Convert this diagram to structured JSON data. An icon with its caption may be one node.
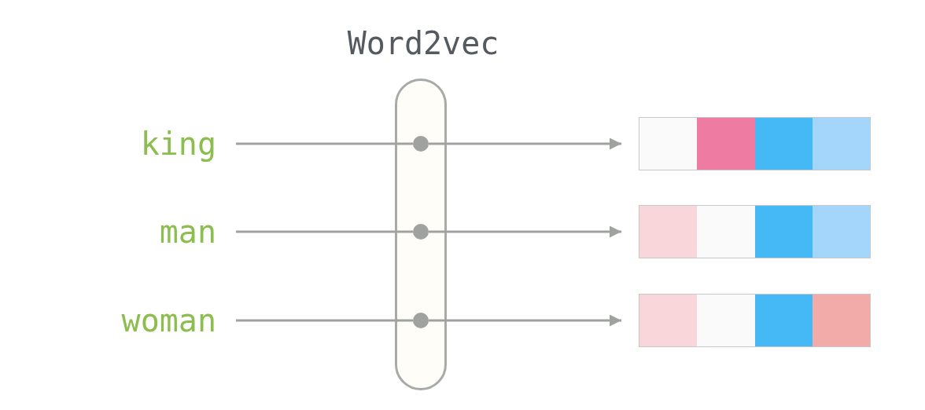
{
  "diagram": {
    "nodes": [
      {
        "text": [
          "Word2vec"
        ]
      },
      {
        "text": [
          "king"
        ]
      },
      {
        "text": [
          "man"
        ]
      },
      {
        "text": [
          "woman"
        ]
      },
      {
        "text": [],
        "shape": "circle",
        "in": 0
      },
      {
        "text": [],
        "shape": "circle",
        "in": 0
      },
      {
        "text": [],
        "shape": "circle",
        "in": 0
      },
      {
        "text": [],
        "shape": "box"
      },
      {
        "text": [],
        "shape": "box"
      },
      {
        "text": [],
        "shape": "box"
      }
    ],
    "edges": [
      {
        "from": 1,
        "to": 4,
        "arrow": "none"
      },
      {
        "from": 4,
        "to": 7,
        "arrow": "to"
      },
      {
        "from": 2,
        "to": 5,
        "arrow": "none"
      },
      {
        "from": 5,
        "to": 8,
        "arrow": "to"
      },
      {
        "from": 3,
        "to": 6,
        "arrow": "none"
      },
      {
        "from": 6,
        "to": 9,
        "arrow": "to"
      }
    ]
  }
}
